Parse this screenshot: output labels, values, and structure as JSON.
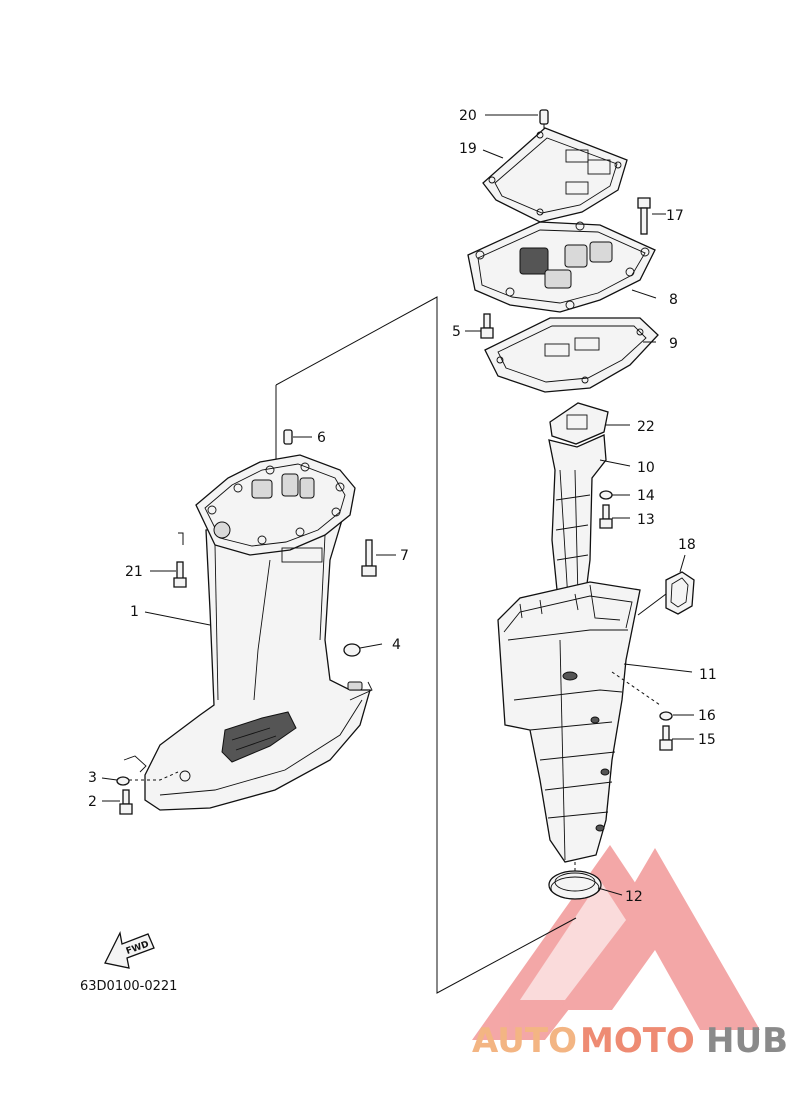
{
  "diagram": {
    "parts": [
      {
        "id": "1",
        "label": "1"
      },
      {
        "id": "2",
        "label": "2"
      },
      {
        "id": "3",
        "label": "3"
      },
      {
        "id": "4",
        "label": "4"
      },
      {
        "id": "5",
        "label": "5"
      },
      {
        "id": "6",
        "label": "6"
      },
      {
        "id": "7",
        "label": "7"
      },
      {
        "id": "8",
        "label": "8"
      },
      {
        "id": "9",
        "label": "9"
      },
      {
        "id": "10",
        "label": "10"
      },
      {
        "id": "11",
        "label": "11"
      },
      {
        "id": "12",
        "label": "12"
      },
      {
        "id": "13",
        "label": "13"
      },
      {
        "id": "14",
        "label": "14"
      },
      {
        "id": "15",
        "label": "15"
      },
      {
        "id": "16",
        "label": "16"
      },
      {
        "id": "17",
        "label": "17"
      },
      {
        "id": "18",
        "label": "18"
      },
      {
        "id": "19",
        "label": "19"
      },
      {
        "id": "20",
        "label": "20"
      },
      {
        "id": "21",
        "label": "21"
      },
      {
        "id": "22",
        "label": "22"
      }
    ],
    "fwd_label": "FWD",
    "diagram_code": "63D0100-0221"
  },
  "watermark": {
    "part1": "AUTO",
    "part2": "MOTO",
    "part3": "HUB",
    "colors": {
      "auto": "#f3b583",
      "moto": "#ee8b73",
      "hub": "#8a8a8a",
      "triangle": "#f08080"
    }
  }
}
